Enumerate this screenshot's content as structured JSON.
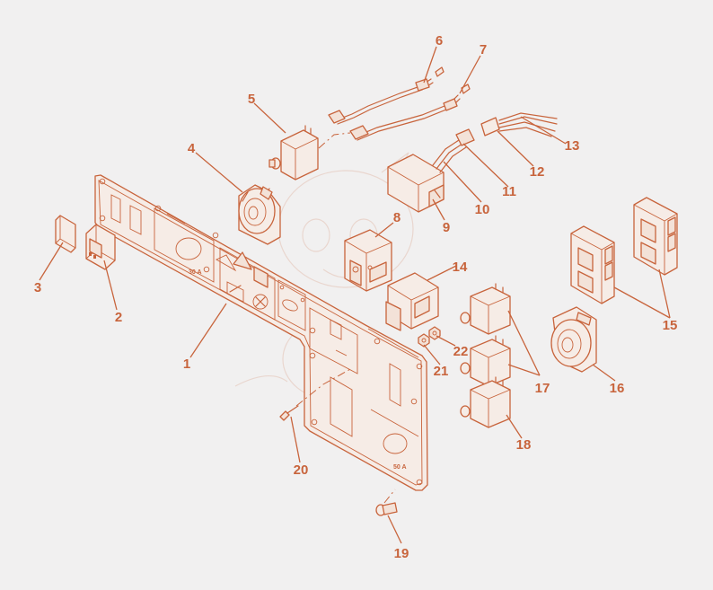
{
  "colors": {
    "line": "#c8643c",
    "background": "#f1f0f0",
    "fill": "#f6ece6"
  },
  "callouts": [
    {
      "id": "1",
      "label": "1"
    },
    {
      "id": "2",
      "label": "2"
    },
    {
      "id": "3",
      "label": "3"
    },
    {
      "id": "4",
      "label": "4"
    },
    {
      "id": "5",
      "label": "5"
    },
    {
      "id": "6",
      "label": "6"
    },
    {
      "id": "7",
      "label": "7"
    },
    {
      "id": "8",
      "label": "8"
    },
    {
      "id": "9",
      "label": "9"
    },
    {
      "id": "10",
      "label": "10"
    },
    {
      "id": "11",
      "label": "11"
    },
    {
      "id": "12",
      "label": "12"
    },
    {
      "id": "13",
      "label": "13"
    },
    {
      "id": "14",
      "label": "14"
    },
    {
      "id": "15",
      "label": "15"
    },
    {
      "id": "16",
      "label": "16"
    },
    {
      "id": "17",
      "label": "17"
    },
    {
      "id": "18",
      "label": "18"
    },
    {
      "id": "19",
      "label": "19"
    },
    {
      "id": "20",
      "label": "20"
    },
    {
      "id": "21",
      "label": "21"
    },
    {
      "id": "22",
      "label": "22"
    }
  ],
  "panel_marks": {
    "amp_30": "30 A",
    "amp_50": "50 A"
  }
}
